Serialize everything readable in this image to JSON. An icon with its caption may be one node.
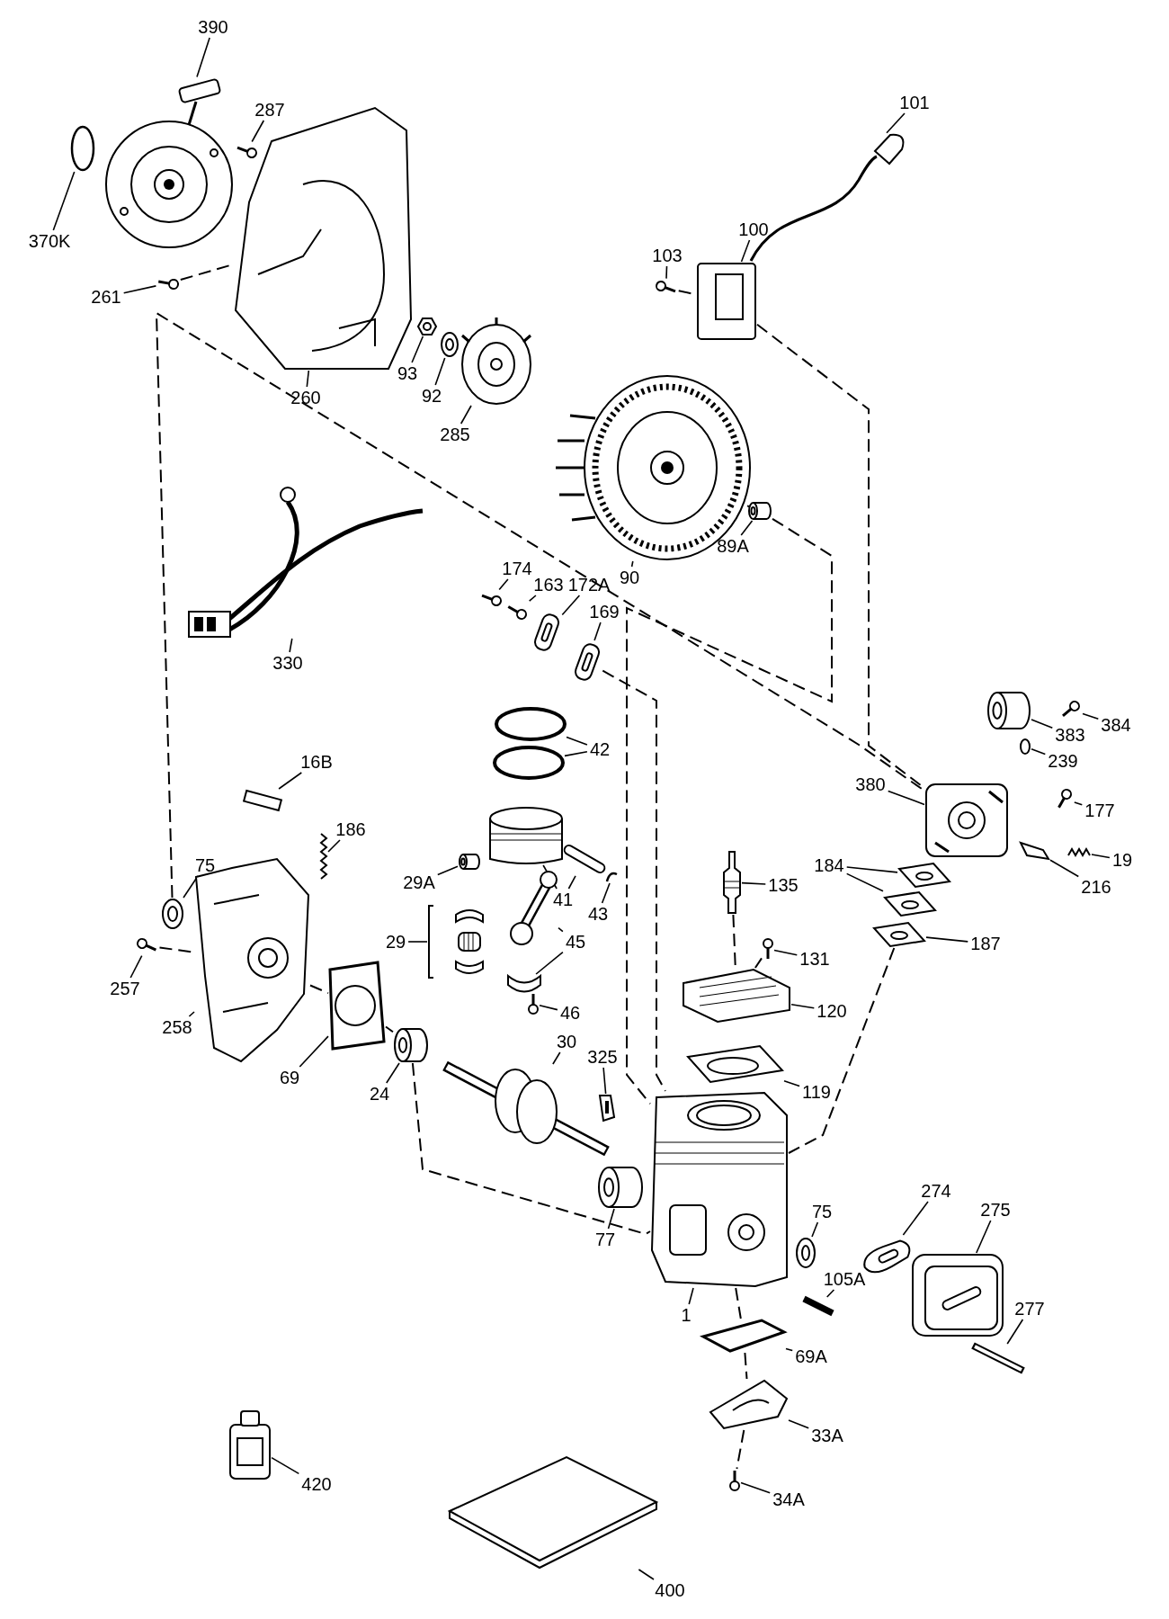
{
  "diagram": {
    "nodes": [
      {
        "text": [
          "390"
        ]
      },
      {
        "text": [],
        "shape": "picture"
      },
      {
        "text": [
          "287"
        ]
      },
      {
        "text": [],
        "shape": "picture"
      },
      {
        "text": [
          "370K"
        ]
      },
      {
        "text": [],
        "shape": "circle"
      },
      {
        "text": [
          "261"
        ]
      },
      {
        "text": [],
        "shape": "picture"
      },
      {
        "text": [
          "260"
        ]
      },
      {
        "text": [],
        "shape": "picture"
      },
      {
        "text": [
          "101"
        ]
      },
      {
        "text": [],
        "shape": "picture"
      },
      {
        "text": [
          "100"
        ]
      },
      {
        "text": [],
        "shape": "picture"
      },
      {
        "text": [
          "103"
        ]
      },
      {
        "text": [],
        "shape": "picture"
      },
      {
        "text": [
          "93"
        ]
      },
      {
        "text": [],
        "shape": "picture"
      },
      {
        "text": [
          "92"
        ]
      },
      {
        "text": [],
        "shape": "picture"
      },
      {
        "text": [
          "285"
        ]
      },
      {
        "text": [],
        "shape": "picture"
      },
      {
        "text": [
          "90"
        ]
      },
      {
        "text": [],
        "shape": "picture"
      },
      {
        "text": [
          "89A"
        ]
      },
      {
        "text": [],
        "shape": "cylinder"
      },
      {
        "text": [
          "330"
        ]
      },
      {
        "text": [],
        "shape": "picture"
      },
      {
        "text": [
          "174"
        ]
      },
      {
        "text": [],
        "shape": "picture"
      },
      {
        "text": [
          "163"
        ]
      },
      {
        "text": [],
        "shape": "picture"
      },
      {
        "text": [
          "172A"
        ]
      },
      {
        "text": [],
        "shape": "picture"
      },
      {
        "text": [
          "169"
        ]
      },
      {
        "text": [],
        "shape": "picture"
      },
      {
        "text": [
          "42"
        ]
      },
      {
        "text": [],
        "shape": "circle"
      },
      {
        "text": [],
        "shape": "circle"
      },
      {
        "text": [
          "384"
        ]
      },
      {
        "text": [],
        "shape": "picture"
      },
      {
        "text": [
          "383"
        ]
      },
      {
        "text": [],
        "shape": "cylinder"
      },
      {
        "text": [
          "239"
        ]
      },
      {
        "text": [],
        "shape": "circle"
      },
      {
        "text": [
          "380"
        ]
      },
      {
        "text": [],
        "shape": "picture"
      },
      {
        "text": [
          "16B"
        ]
      },
      {
        "text": [],
        "shape": "box"
      },
      {
        "text": [
          "186"
        ]
      },
      {
        "text": [],
        "shape": "picture"
      },
      {
        "text": [
          "177"
        ]
      },
      {
        "text": [],
        "shape": "picture"
      },
      {
        "text": [
          "29A"
        ]
      },
      {
        "text": [],
        "shape": "cylinder"
      },
      {
        "text": [
          "41"
        ]
      },
      {
        "text": [],
        "shape": "picture"
      },
      {
        "text": [],
        "shape": "bar"
      },
      {
        "text": [
          "43"
        ]
      },
      {
        "text": [],
        "shape": "picture"
      },
      {
        "text": [
          "19"
        ]
      },
      {
        "text": [],
        "shape": "picture"
      },
      {
        "text": [
          "216"
        ]
      },
      {
        "text": [],
        "shape": "picture"
      },
      {
        "text": [
          "184"
        ]
      },
      {
        "text": [],
        "shape": "picture"
      },
      {
        "text": [],
        "shape": "picture"
      },
      {
        "text": [
          "75"
        ]
      },
      {
        "text": [],
        "shape": "picture"
      },
      {
        "text": [
          "135"
        ]
      },
      {
        "text": [],
        "shape": "picture"
      },
      {
        "text": [
          "29"
        ]
      },
      {
        "text": [],
        "shape": "picture"
      },
      {
        "text": [
          "45"
        ]
      },
      {
        "text": [],
        "shape": "picture"
      },
      {
        "text": [],
        "shape": "picture"
      },
      {
        "text": [
          "187"
        ]
      },
      {
        "text": [],
        "shape": "picture"
      },
      {
        "text": [
          "257"
        ]
      },
      {
        "text": [],
        "shape": "picture"
      },
      {
        "text": [
          "131"
        ]
      },
      {
        "text": [],
        "shape": "picture"
      },
      {
        "text": [
          "46"
        ]
      },
      {
        "text": [],
        "shape": "picture"
      },
      {
        "text": [
          "258"
        ]
      },
      {
        "text": [],
        "shape": "picture"
      },
      {
        "text": [
          "120"
        ]
      },
      {
        "text": [],
        "shape": "picture"
      },
      {
        "text": [
          "69"
        ]
      },
      {
        "text": [],
        "shape": "picture"
      },
      {
        "text": [
          "24"
        ]
      },
      {
        "text": [],
        "shape": "cylinder"
      },
      {
        "text": [
          "30"
        ]
      },
      {
        "text": [],
        "shape": "picture"
      },
      {
        "text": [
          "325"
        ]
      },
      {
        "text": [],
        "shape": "picture"
      },
      {
        "text": [
          "119"
        ]
      },
      {
        "text": [],
        "shape": "picture"
      },
      {
        "text": [
          "274"
        ]
      },
      {
        "text": [],
        "shape": "picture"
      },
      {
        "text": [
          "275"
        ]
      },
      {
        "text": [],
        "shape": "picture"
      },
      {
        "text": [
          "77"
        ]
      },
      {
        "text": [],
        "shape": "cylinder"
      },
      {
        "text": [
          "75"
        ]
      },
      {
        "text": [],
        "shape": "picture"
      },
      {
        "text": [
          "105A"
        ]
      },
      {
        "text": [],
        "shape": "picture"
      },
      {
        "text": [
          "1"
        ]
      },
      {
        "text": [],
        "shape": "picture"
      },
      {
        "text": [
          "277"
        ]
      },
      {
        "text": [],
        "shape": "picture"
      },
      {
        "text": [
          "69A"
        ]
      },
      {
        "text": [],
        "shape": "picture"
      },
      {
        "text": [
          "33A"
        ]
      },
      {
        "text": [],
        "shape": "picture"
      },
      {
        "text": [
          "420"
        ]
      },
      {
        "text": [],
        "shape": "picture"
      },
      {
        "text": [
          "34A"
        ]
      },
      {
        "text": [],
        "shape": "picture"
      },
      {
        "text": [
          "400"
        ]
      },
      {
        "text": [],
        "shape": "picture"
      }
    ],
    "edges": [
      {
        "from": 0,
        "to": 1,
        "arrow": "none"
      },
      {
        "from": 2,
        "to": 3,
        "arrow": "none"
      },
      {
        "from": 4,
        "to": 5,
        "arrow": "none"
      },
      {
        "from": 6,
        "to": 7,
        "arrow": "none"
      },
      {
        "from": 8,
        "to": 9,
        "arrow": "none"
      },
      {
        "from": 10,
        "to": 11,
        "arrow": "none"
      },
      {
        "from": 12,
        "to": 13,
        "arrow": "none"
      },
      {
        "from": 14,
        "to": 15,
        "arrow": "none"
      },
      {
        "from": 16,
        "to": 17,
        "arrow": "none"
      },
      {
        "from": 18,
        "to": 19,
        "arrow": "none"
      },
      {
        "from": 20,
        "to": 21,
        "arrow": "none"
      },
      {
        "from": 22,
        "to": 23,
        "arrow": "none"
      },
      {
        "from": 24,
        "to": 25,
        "arrow": "none"
      },
      {
        "from": 26,
        "to": 27,
        "arrow": "none"
      },
      {
        "from": 28,
        "to": 29,
        "arrow": "none"
      },
      {
        "from": 30,
        "to": 31,
        "arrow": "none"
      },
      {
        "from": 32,
        "to": 33,
        "arrow": "none"
      },
      {
        "from": 34,
        "to": 35,
        "arrow": "none"
      },
      {
        "from": 36,
        "to": 37,
        "arrow": "none"
      },
      {
        "from": 36,
        "to": 38,
        "arrow": "none"
      },
      {
        "from": 39,
        "to": 40,
        "arrow": "none"
      },
      {
        "from": 41,
        "to": 42,
        "arrow": "none"
      },
      {
        "from": 43,
        "to": 44,
        "arrow": "none"
      },
      {
        "from": 45,
        "to": 46,
        "arrow": "none"
      },
      {
        "from": 47,
        "to": 48,
        "arrow": "none"
      },
      {
        "from": 49,
        "to": 50,
        "arrow": "none"
      },
      {
        "from": 51,
        "to": 52,
        "arrow": "none"
      },
      {
        "from": 53,
        "to": 54,
        "arrow": "none"
      },
      {
        "from": 55,
        "to": 56,
        "arrow": "none"
      },
      {
        "from": 55,
        "to": 57,
        "arrow": "none"
      },
      {
        "from": 58,
        "to": 59,
        "arrow": "none"
      },
      {
        "from": 60,
        "to": 61,
        "arrow": "none"
      },
      {
        "from": 62,
        "to": 63,
        "arrow": "none"
      },
      {
        "from": 64,
        "to": 65,
        "arrow": "none"
      },
      {
        "from": 64,
        "to": 66,
        "arrow": "none"
      },
      {
        "from": 67,
        "to": 68,
        "arrow": "none"
      },
      {
        "from": 69,
        "to": 70,
        "arrow": "none"
      },
      {
        "from": 71,
        "to": 72,
        "arrow": "none"
      },
      {
        "from": 73,
        "to": 74,
        "arrow": "none"
      },
      {
        "from": 73,
        "to": 75,
        "arrow": "none"
      },
      {
        "from": 76,
        "to": 77,
        "arrow": "none"
      },
      {
        "from": 78,
        "to": 79,
        "arrow": "none"
      },
      {
        "from": 80,
        "to": 81,
        "arrow": "none"
      },
      {
        "from": 82,
        "to": 83,
        "arrow": "none"
      },
      {
        "from": 84,
        "to": 85,
        "arrow": "none"
      },
      {
        "from": 86,
        "to": 87,
        "arrow": "none"
      },
      {
        "from": 88,
        "to": 89,
        "arrow": "none"
      },
      {
        "from": 90,
        "to": 91,
        "arrow": "none"
      },
      {
        "from": 92,
        "to": 93,
        "arrow": "none"
      },
      {
        "from": 94,
        "to": 95,
        "arrow": "none"
      },
      {
        "from": 96,
        "to": 97,
        "arrow": "none"
      },
      {
        "from": 98,
        "to": 99,
        "arrow": "none"
      },
      {
        "from": 100,
        "to": 101,
        "arrow": "none"
      },
      {
        "from": 102,
        "to": 103,
        "arrow": "none"
      },
      {
        "from": 104,
        "to": 105,
        "arrow": "none"
      },
      {
        "from": 106,
        "to": 107,
        "arrow": "none"
      },
      {
        "from": 108,
        "to": 109,
        "arrow": "none"
      },
      {
        "from": 110,
        "to": 111,
        "arrow": "none"
      },
      {
        "from": 112,
        "to": 113,
        "arrow": "none"
      },
      {
        "from": 114,
        "to": 115,
        "arrow": "none"
      },
      {
        "from": 116,
        "to": 117,
        "arrow": "none"
      },
      {
        "from": 118,
        "to": 119,
        "arrow": "none"
      },
      {
        "from": 120,
        "to": 121,
        "arrow": "none"
      },
      {
        "from": 7,
        "to": 9,
        "arrow": "none",
        "style": "dashed"
      },
      {
        "from": 15,
        "to": 13,
        "arrow": "none",
        "style": "dashed"
      },
      {
        "from": 68,
        "to": 46,
        "arrow": "none",
        "style": "dashed"
      },
      {
        "from": 13,
        "to": 46,
        "arrow": "none",
        "style": "dashed"
      },
      {
        "from": 23,
        "to": 25,
        "arrow": "none",
        "style": "dashed"
      },
      {
        "from": 25,
        "to": 109,
        "arrow": "none",
        "style": "dashed"
      },
      {
        "from": 35,
        "to": 109,
        "arrow": "none",
        "style": "dashed"
      },
      {
        "from": 70,
        "to": 87,
        "arrow": "none",
        "style": "dashed"
      },
      {
        "from": 81,
        "to": 87,
        "arrow": "none",
        "style": "dashed"
      },
      {
        "from": 77,
        "to": 109,
        "arrow": "none",
        "style": "dashed"
      },
      {
        "from": 79,
        "to": 85,
        "arrow": "none",
        "style": "dashed"
      },
      {
        "from": 109,
        "to": 113,
        "arrow": "none",
        "style": "dashed"
      },
      {
        "from": 85,
        "to": 89,
        "arrow": "none",
        "style": "dashed"
      },
      {
        "from": 89,
        "to": 91,
        "arrow": "none",
        "style": "dashed"
      },
      {
        "from": 91,
        "to": 109,
        "arrow": "none",
        "style": "dashed"
      },
      {
        "from": 113,
        "to": 115,
        "arrow": "none",
        "style": "dashed"
      },
      {
        "from": 115,
        "to": 119,
        "arrow": "none",
        "style": "dashed"
      }
    ]
  }
}
